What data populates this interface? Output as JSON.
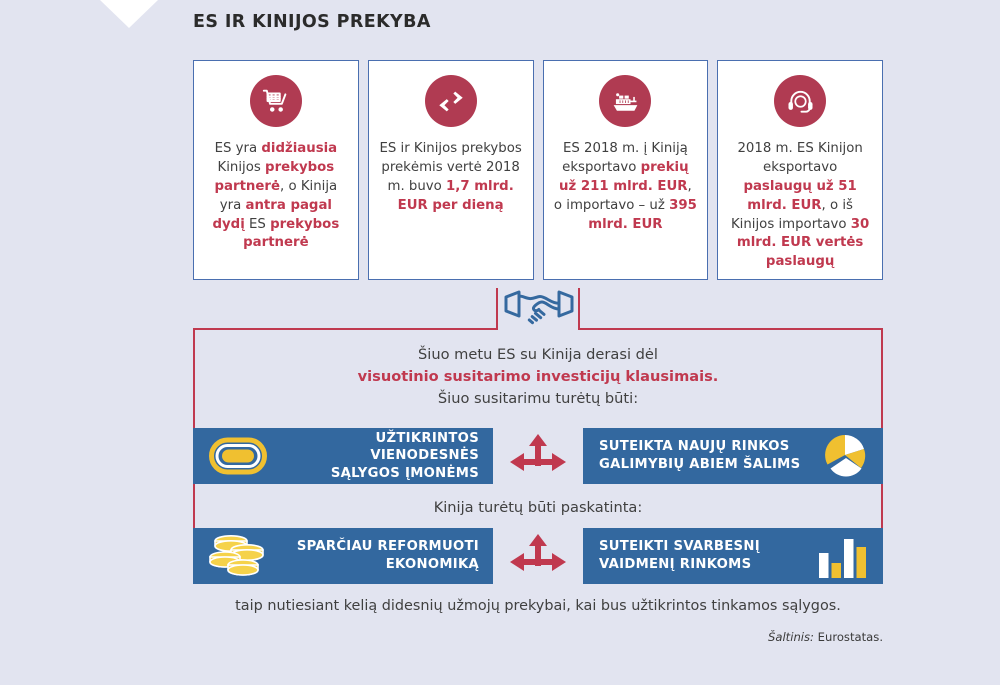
{
  "title": "ES IR KINIJOS PREKYBA",
  "colors": {
    "background": "#e2e4f0",
    "crimson": "#c0394f",
    "icon_circle": "#b03b52",
    "card_border": "#4a6fb0",
    "blue_bar": "#33689f",
    "yellow": "#f0c030",
    "white": "#ffffff"
  },
  "cards": [
    {
      "icon": "shopping-cart-icon",
      "segments": [
        {
          "text": "ES yra ",
          "bold": false
        },
        {
          "text": "didžiausia",
          "bold": true
        },
        {
          "text": " Kinijos ",
          "bold": false
        },
        {
          "text": "prekybos partnerė",
          "bold": true
        },
        {
          "text": ", o Kinija yra ",
          "bold": false
        },
        {
          "text": "antra pagal dydį",
          "bold": true
        },
        {
          "text": " ES ",
          "bold": false
        },
        {
          "text": "prekybos partnerė",
          "bold": true
        }
      ]
    },
    {
      "icon": "exchange-arrows-icon",
      "segments": [
        {
          "text": "ES ir Kinijos prekybos prekėmis vertė 2018 m. buvo ",
          "bold": false
        },
        {
          "text": "1,7 mlrd. EUR per dieną",
          "bold": true
        }
      ]
    },
    {
      "icon": "cargo-ship-icon",
      "segments": [
        {
          "text": "ES 2018 m. į Kiniją eksportavo ",
          "bold": false
        },
        {
          "text": "prekių už 211 mlrd. EUR",
          "bold": true
        },
        {
          "text": ", o importavo – už ",
          "bold": false
        },
        {
          "text": "395 mlrd. EUR",
          "bold": true
        }
      ]
    },
    {
      "icon": "headset-icon",
      "segments": [
        {
          "text": "2018 m. ES Kinijon eksportavo ",
          "bold": false
        },
        {
          "text": "paslaugų už 51 mlrd. EUR",
          "bold": true
        },
        {
          "text": ", o iš Kinijos importavo ",
          "bold": false
        },
        {
          "text": "30 mlrd. EUR vertės paslaugų",
          "bold": true
        }
      ]
    }
  ],
  "handshake": {
    "icon": "handshake-icon"
  },
  "middle": {
    "line1": "Šiuo metu ES su Kinija derasi dėl",
    "line2_highlight": "visuotinio susitarimo investicijų klausimais.",
    "line3": "Šiuo susitarimu turėtų būti:",
    "second_label": "Kinija turėtų būti paskatinta:"
  },
  "bars": [
    {
      "left": {
        "icon": "oval-track-icon",
        "label_lines": [
          "UŽTIKRINTOS VIENODESNĖS",
          "SĄLYGOS ĮMONĖMS"
        ]
      },
      "arrow": "three-way-arrow-icon",
      "right": {
        "icon": "pie-chart-icon",
        "label_lines": [
          "SUTEIKTA NAUJŲ RINKOS",
          "GALIMYBIŲ ABIEM ŠALIMS"
        ]
      }
    },
    {
      "left": {
        "icon": "stacked-coins-icon",
        "label_lines": [
          "SPARČIAU REFORMUOTI",
          "EKONOMIKĄ"
        ]
      },
      "arrow": "three-way-arrow-icon",
      "right": {
        "icon": "bar-chart-icon",
        "label_lines": [
          "SUTEIKTI SVARBESNĮ",
          "VAIDMENĮ RINKOMS"
        ]
      }
    }
  ],
  "bottom_text": "taip nutiesiant kelią didesnių užmojų prekybai, kai bus užtikrintos tinkamos sąlygos.",
  "source": {
    "label": "Šaltinis:",
    "value": " Eurostatas."
  }
}
